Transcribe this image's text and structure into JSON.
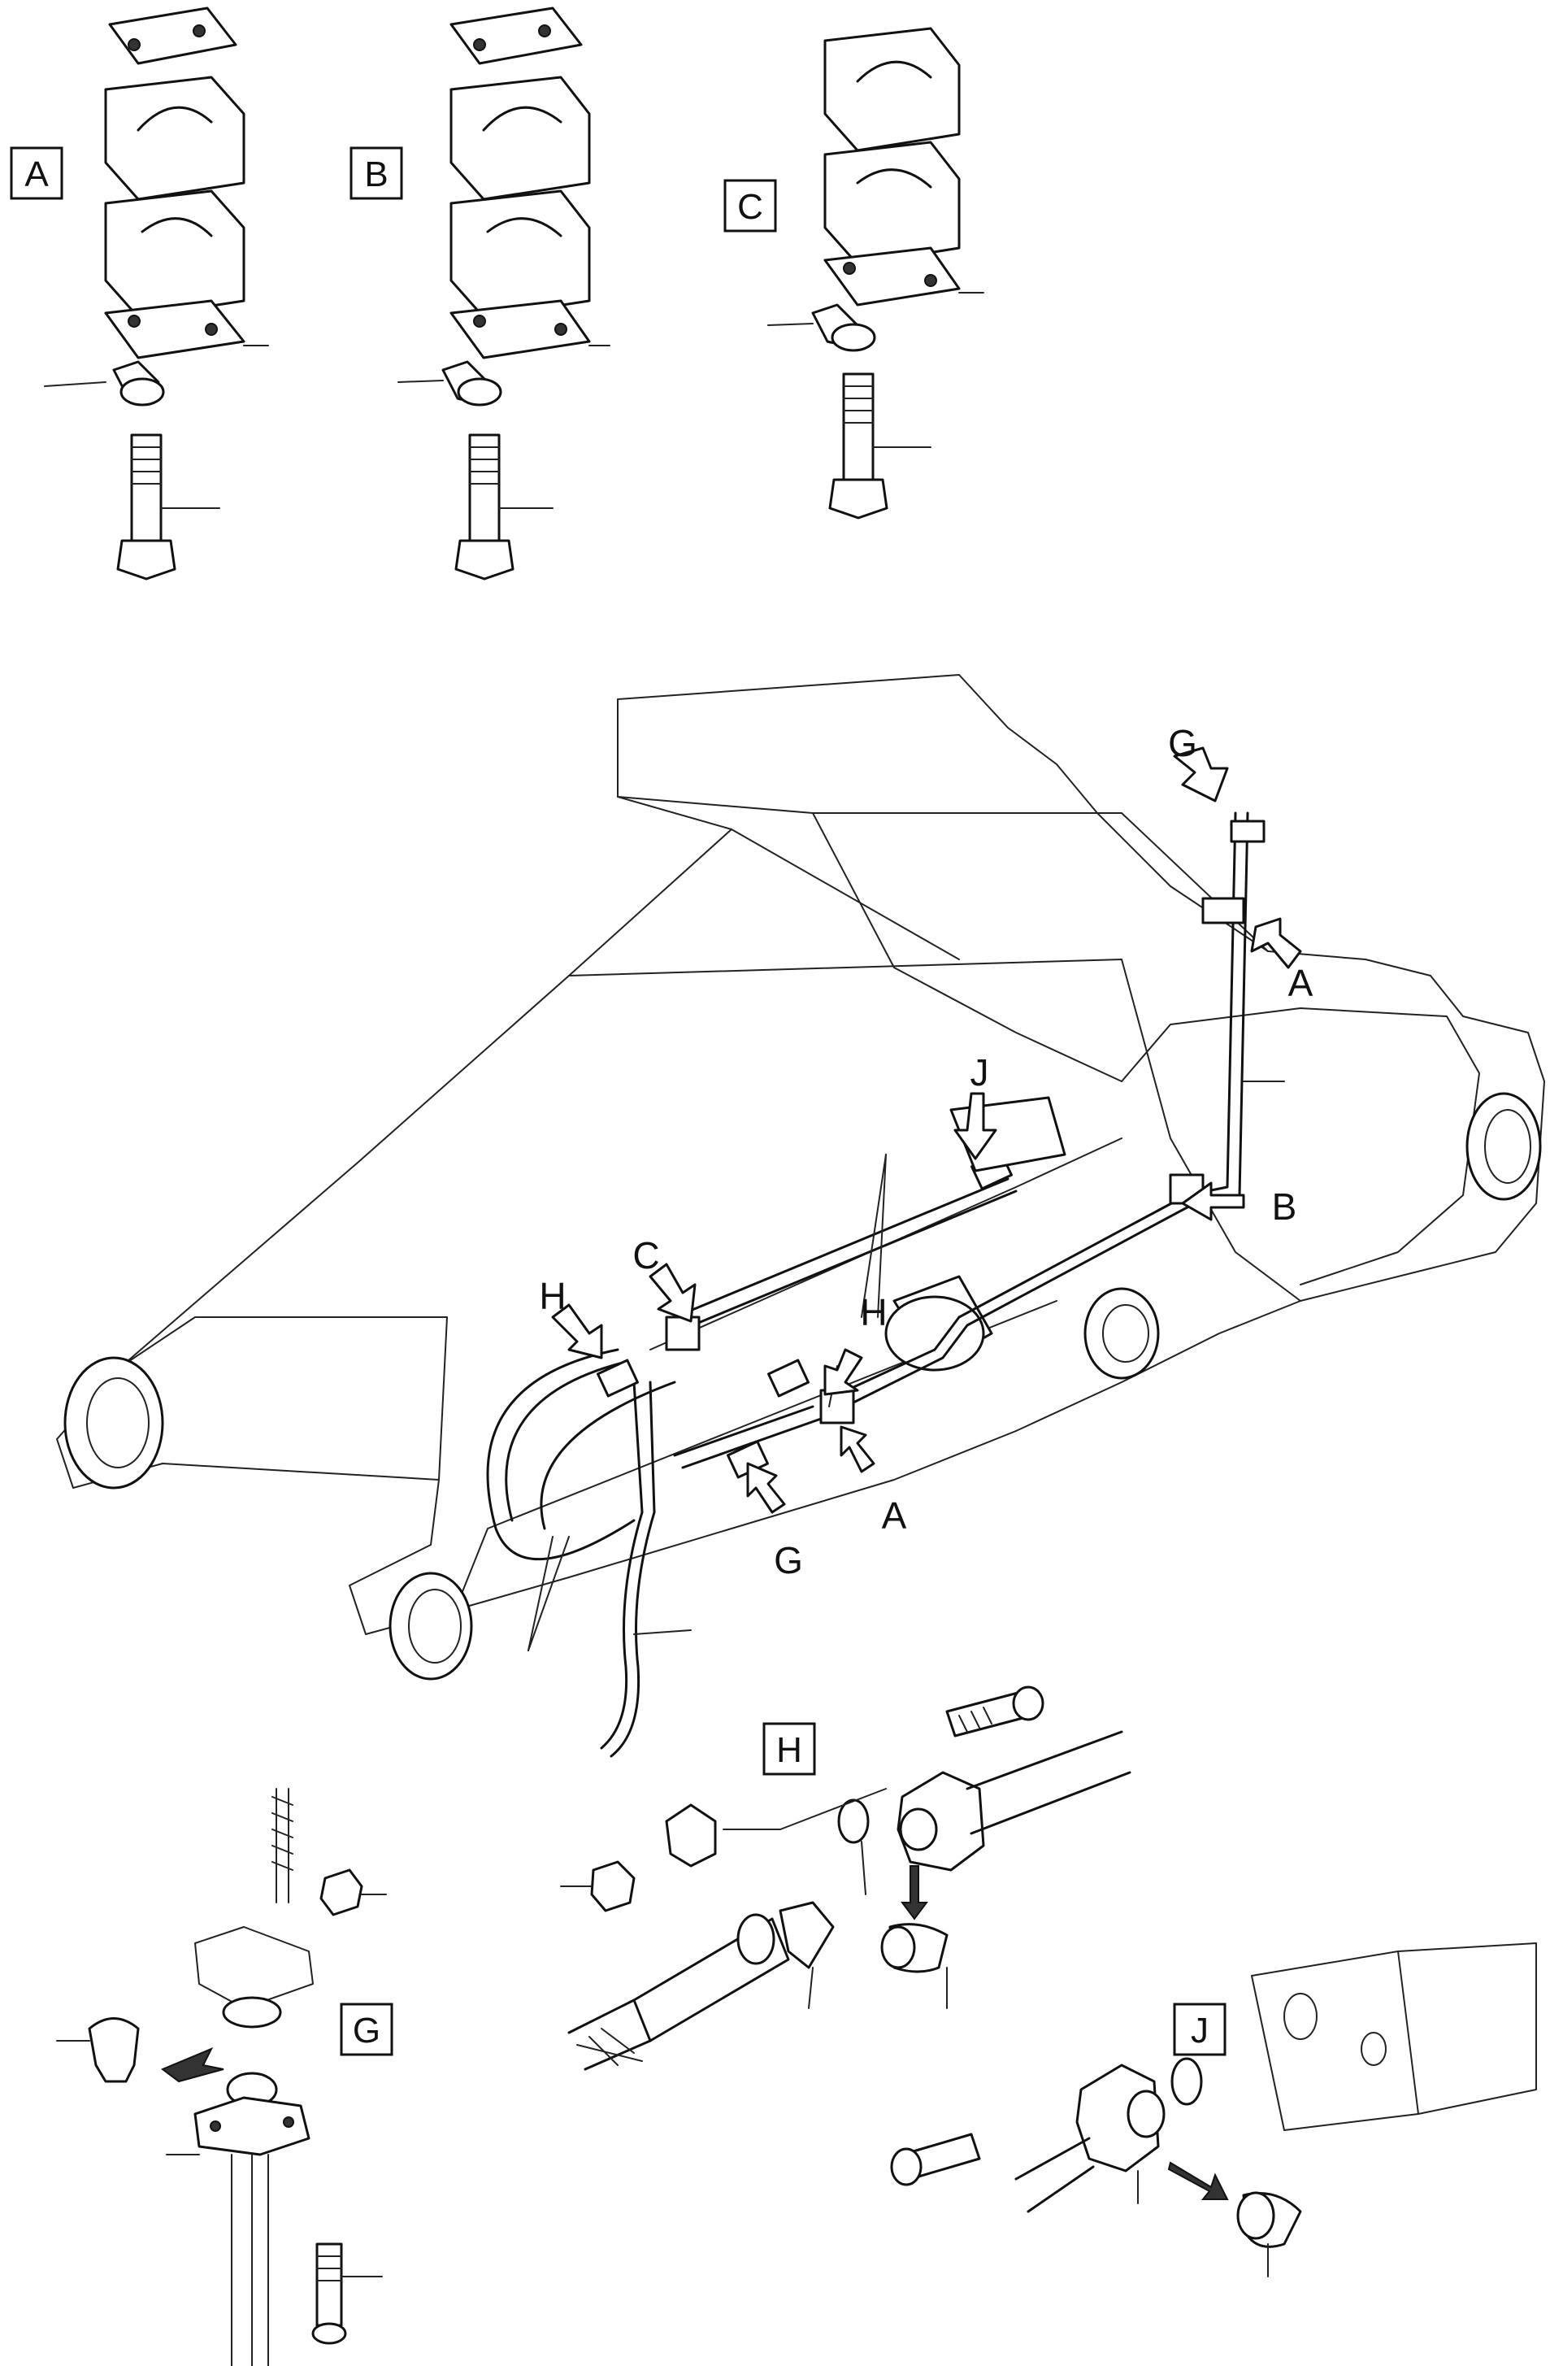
{
  "detail_views": [
    {
      "id": "A",
      "label": "A"
    },
    {
      "id": "B",
      "label": "B"
    },
    {
      "id": "C",
      "label": "C"
    },
    {
      "id": "G",
      "label": "G"
    },
    {
      "id": "H",
      "label": "H"
    },
    {
      "id": "J",
      "label": "J"
    }
  ],
  "callouts": {
    "g_top": "G",
    "a_top": "A",
    "b_right": "B",
    "j": "J",
    "c": "C",
    "h_left": "H",
    "h_mid": "H",
    "a_lower": "A",
    "g_lower": "G"
  }
}
